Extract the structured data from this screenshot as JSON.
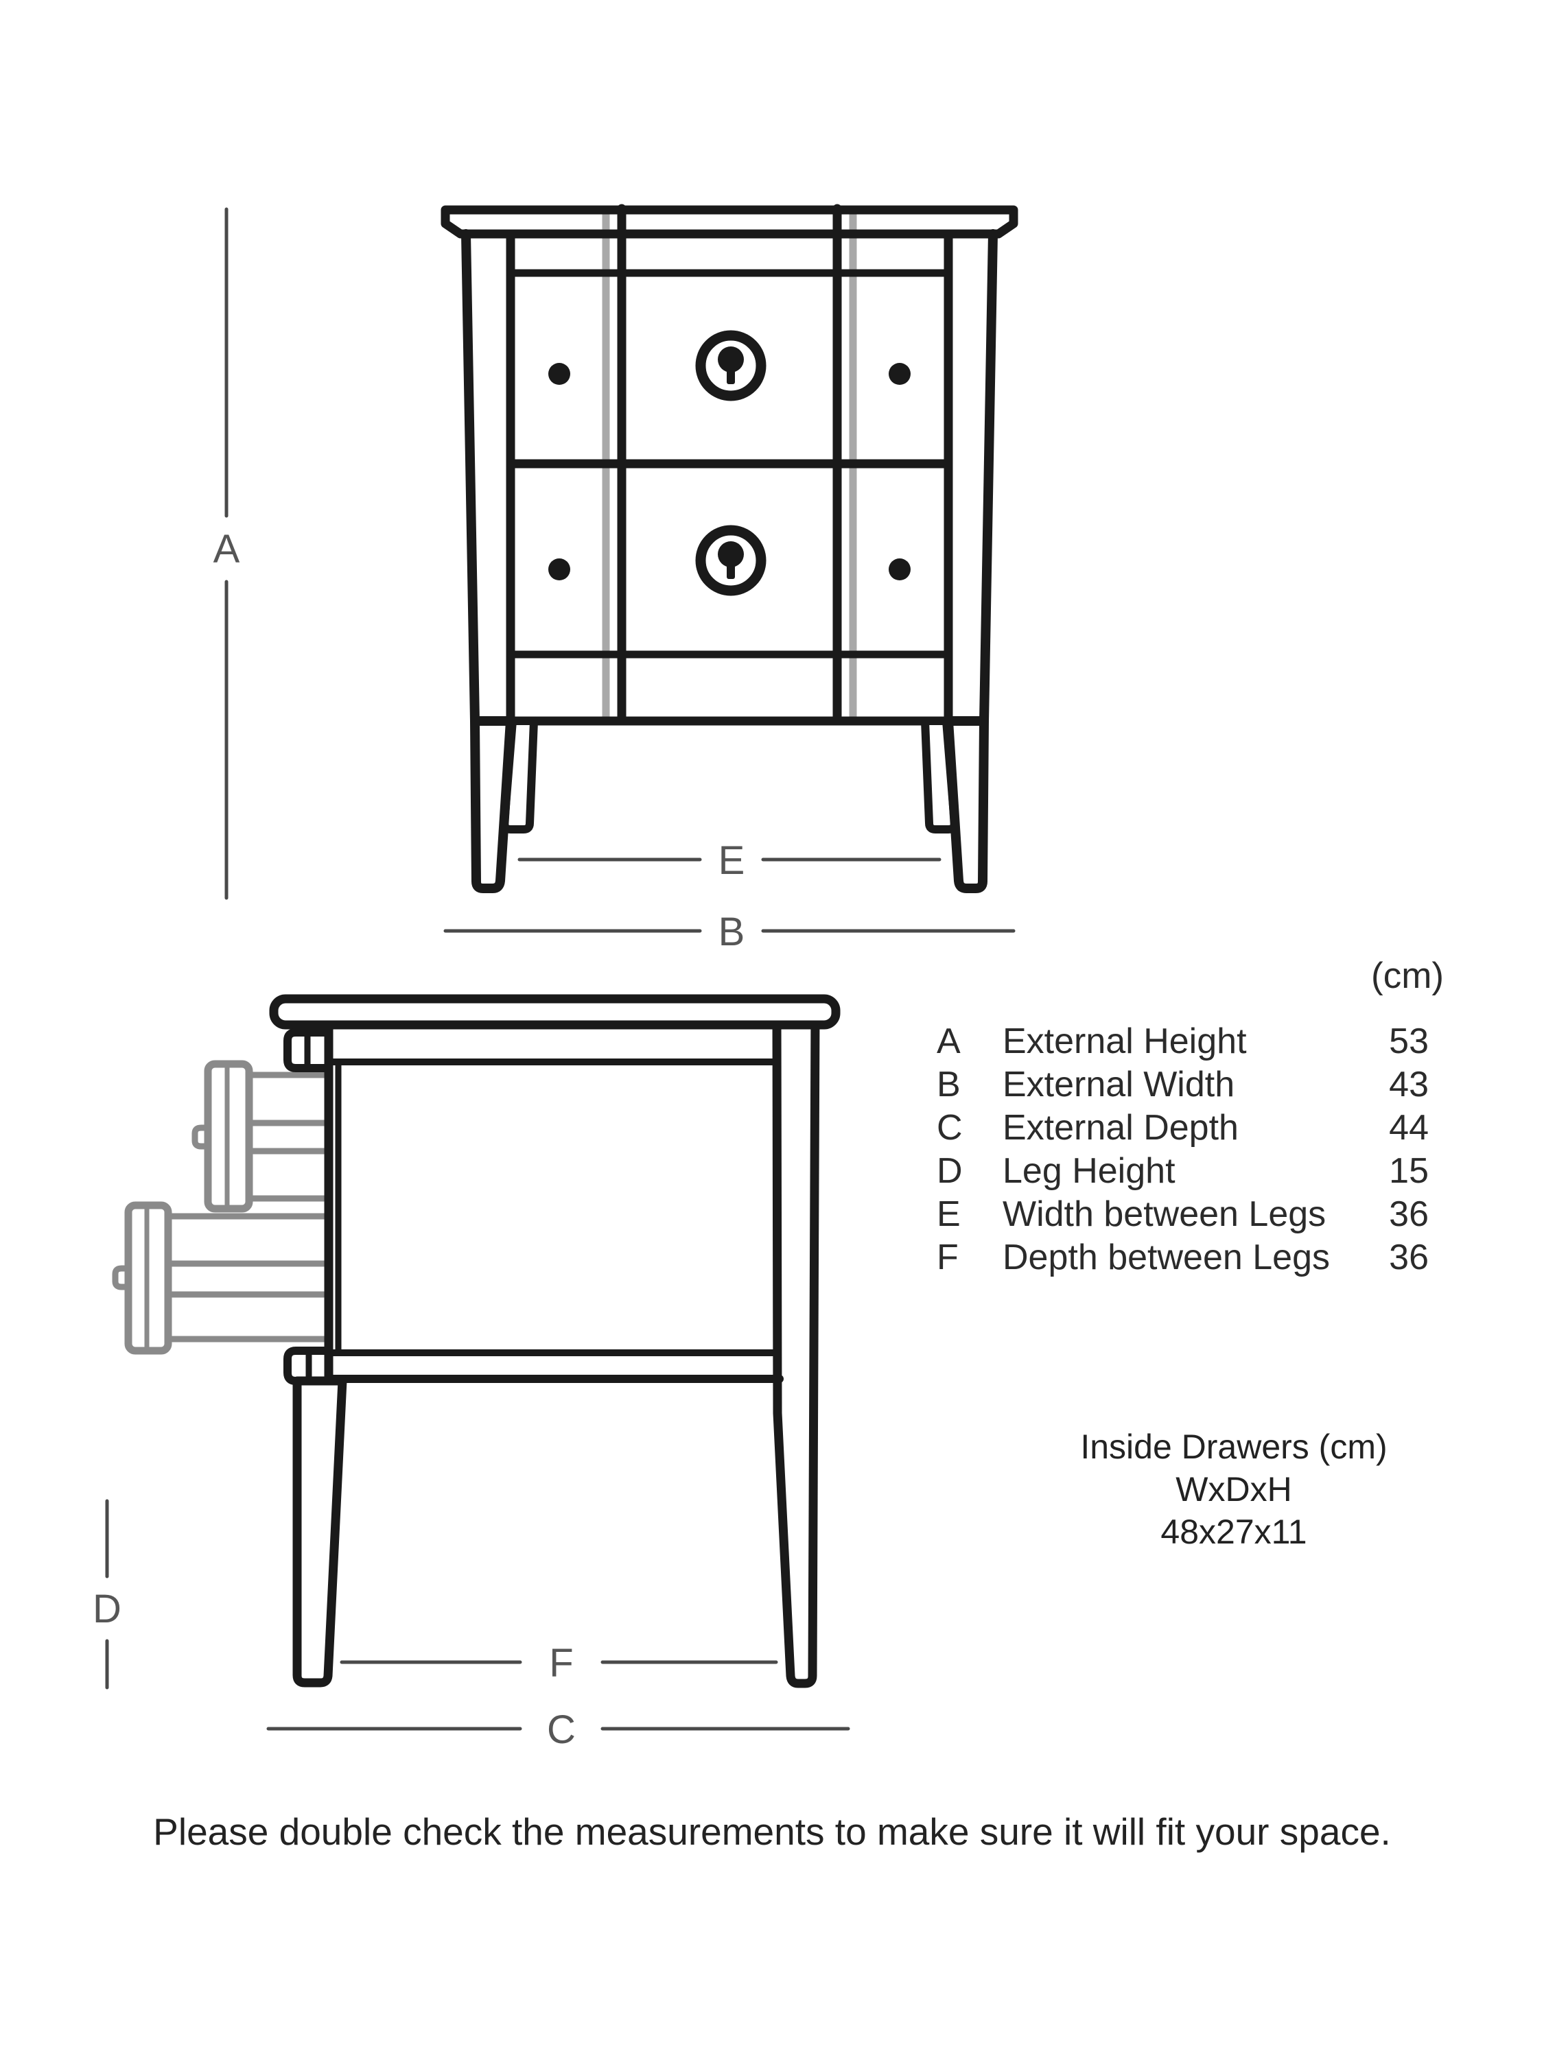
{
  "units_header": "(cm)",
  "dim_table": {
    "rows": [
      {
        "key": "A",
        "label": "External Height",
        "value": "53"
      },
      {
        "key": "B",
        "label": "External Width",
        "value": "43"
      },
      {
        "key": "C",
        "label": "External Depth",
        "value": "44"
      },
      {
        "key": "D",
        "label": "Leg Height",
        "value": "15"
      },
      {
        "key": "E",
        "label": "Width between Legs",
        "value": "36"
      },
      {
        "key": "F",
        "label": "Depth between Legs",
        "value": "36"
      }
    ]
  },
  "inside_drawers": {
    "title": "Inside Drawers (cm)",
    "dims_order": "WxDxH",
    "dims_value": "48x27x11"
  },
  "note": "Please double check the measurements to make sure it will fit your space.",
  "front_view": {
    "label_external_height": "A",
    "label_width_between_legs": "E",
    "label_external_width": "B"
  },
  "side_view": {
    "label_leg_height": "D",
    "label_depth_between_legs": "F",
    "label_external_depth": "C"
  },
  "colors": {
    "outline": "#1a1a1a",
    "drawer_gray": "#8a8a8a",
    "seam_gray": "#a8a8a8",
    "dimension_line": "#4a4a4a",
    "dimension_label": "#565656",
    "text": "#2b2b2b",
    "background": "#ffffff"
  }
}
